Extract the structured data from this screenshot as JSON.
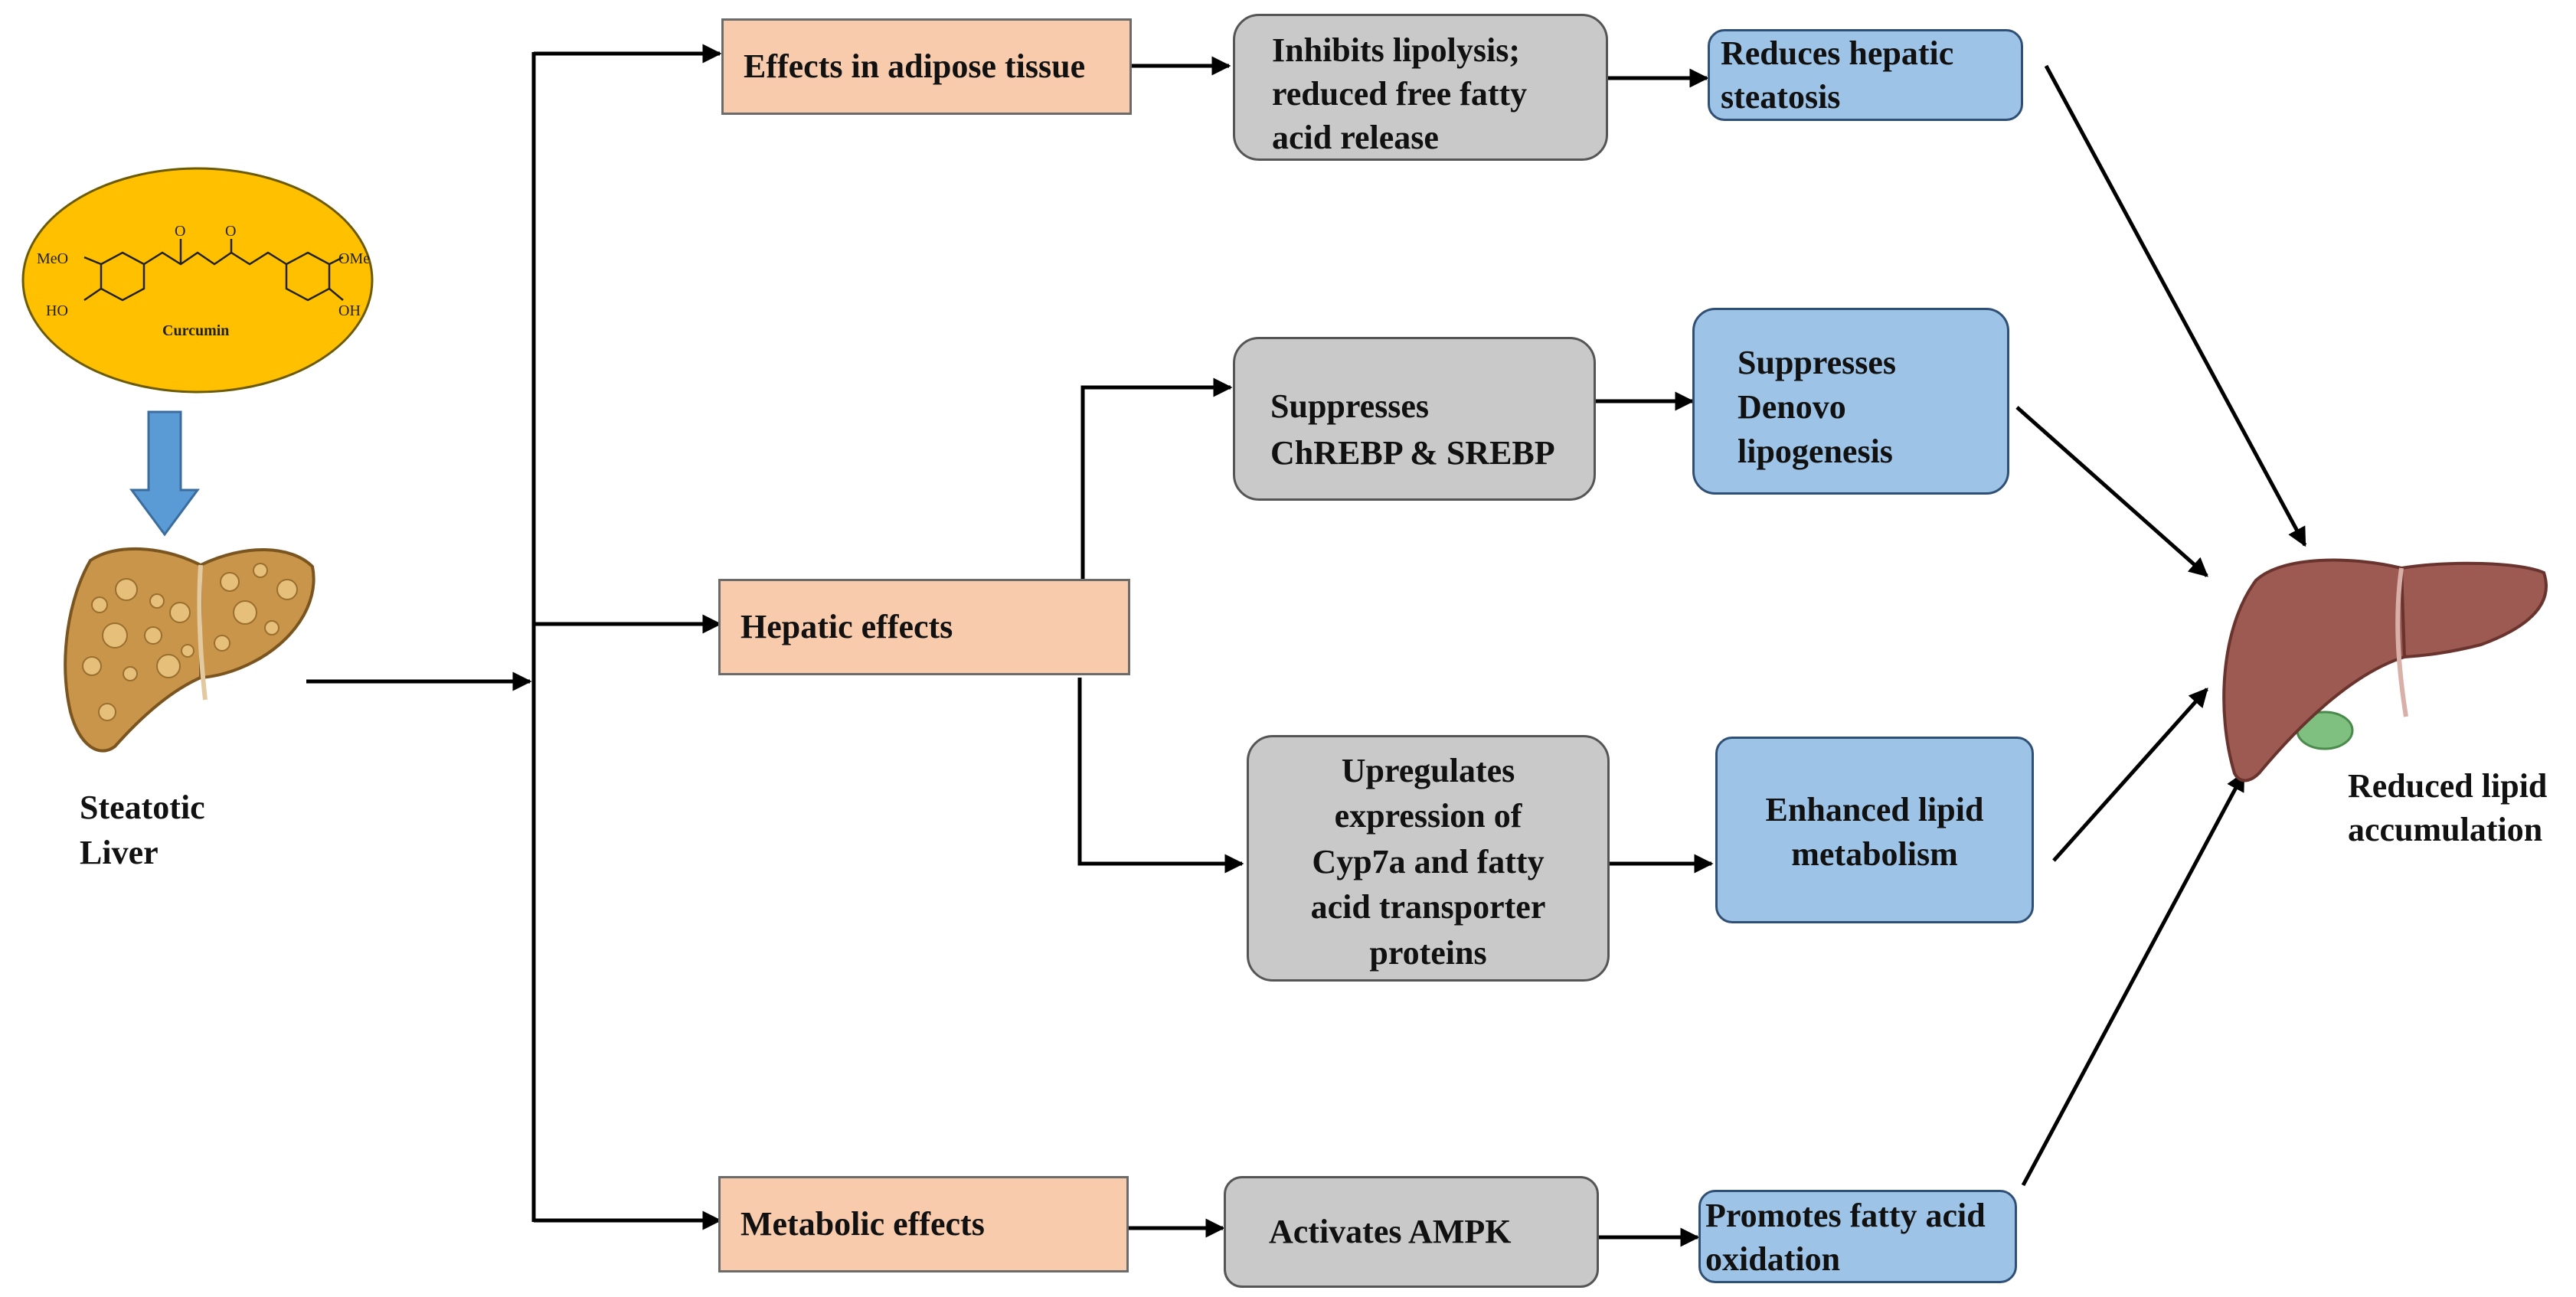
{
  "curcumin": {
    "name": "Curcumin",
    "groups": {
      "meo": "MeO",
      "ome": "OMe",
      "ho": "HO",
      "oh": "OH",
      "o1": "O",
      "o2": "O"
    }
  },
  "source_label": {
    "line1": "Steatotic",
    "line2": "Liver"
  },
  "effects": {
    "adipose": "Effects in adipose tissue",
    "hepatic": "Hepatic effects",
    "metabolic": "Metabolic effects"
  },
  "mechanisms": {
    "lipolysis": {
      "line1": "Inhibits lipolysis;",
      "line2": "reduced free fatty",
      "line3": "acid release"
    },
    "chrebp": {
      "line1": "Suppresses",
      "line2": "ChREBP & SREBP"
    },
    "cyp7a": {
      "line1": "Upregulates",
      "line2": "expression of",
      "line3": "Cyp7a and fatty",
      "line4": "acid transporter",
      "line5": "proteins"
    },
    "ampk": "Activates AMPK"
  },
  "outcomes": {
    "steatosis": {
      "line1": "Reduces hepatic",
      "line2": "steatosis"
    },
    "denovo": {
      "line1": "Suppresses",
      "line2": "Denovo",
      "line3": "lipogenesis"
    },
    "lipid_metabolism": {
      "line1": "Enhanced lipid",
      "line2": "metabolism"
    },
    "fatty_acid": {
      "line1": "Promotes fatty acid",
      "line2": "oxidation"
    }
  },
  "result_label": {
    "line1": "Reduced lipid",
    "line2": "accumulation"
  },
  "colors": {
    "effect_box": "#f8cbad",
    "mechanism_box": "#c9c9c9",
    "outcome_box": "#9dc3e6",
    "curcumin_fill": "#ffc000",
    "arrow_down": "#5b9bd5",
    "steatotic_liver": "#c8954a",
    "healthy_liver": "#9c5a52",
    "connector": "#000000"
  }
}
